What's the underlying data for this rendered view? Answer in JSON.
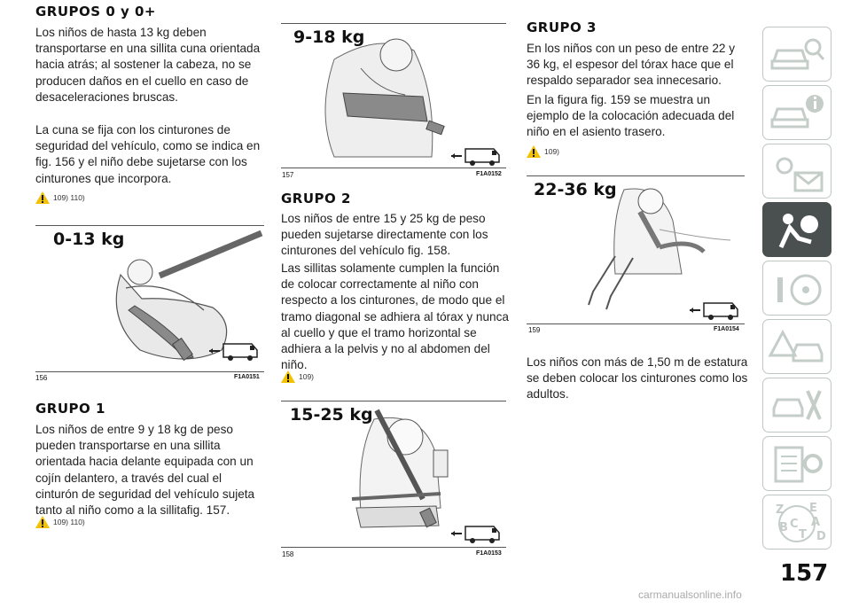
{
  "col1": {
    "heading": "GRUPOS 0 y 0+",
    "p1": "Los niños de hasta 13 kg deben transportarse en una sillita cuna orientada hacia atrás; al sostener la cabeza, no se producen daños en el cuello en caso de desaceleraciones bruscas.",
    "p2": "La cuna se fija con los cinturones de seguridad del vehículo, como se indica en fig. 156 y el niño debe sujetarse con los cinturones que incorpora.",
    "warn1": "109) 110)",
    "fig156": {
      "label": "0-13 kg",
      "num": "156",
      "code": "F1A0151"
    },
    "heading2": "GRUPO 1",
    "p3": "Los niños de entre 9 y 18 kg de peso pueden transportarse en una sillita orientada hacia delante equipada con un cojín delantero, a través del cual el cinturón de seguridad del vehículo sujeta tanto al niño como a la sillitafig. 157.",
    "warn2": "109) 110)"
  },
  "col2": {
    "fig157": {
      "label": "9-18 kg",
      "num": "157",
      "code": "F1A0152"
    },
    "heading": "GRUPO 2",
    "p1": "Los niños de entre 15 y 25 kg de peso pueden sujetarse directamente con los cinturones del vehículo fig. 158.",
    "p2": "Las sillitas solamente cumplen la función de colocar correctamente al niño con respecto a los cinturones, de modo que el tramo diagonal se adhiera al tórax y nunca al cuello y que el tramo horizontal se adhiera a la pelvis y no al abdomen del niño.",
    "warn": "109)",
    "fig158": {
      "label": "15-25 kg",
      "num": "158",
      "code": "F1A0153"
    }
  },
  "col3": {
    "heading": "GRUPO 3",
    "p1": "En los niños con un peso de entre 22 y 36 kg, el espesor del tórax hace que el respaldo separador sea innecesario.",
    "p2": "En la figura fig. 159 se muestra un ejemplo de la colocación adecuada del niño en el asiento trasero.",
    "warn": "109)",
    "fig159": {
      "label": "22-36 kg",
      "num": "159",
      "code": "F1A0154"
    },
    "p3": "Los niños con más de 1,50 m de estatura se deben colocar los cinturones como los adultos."
  },
  "sidebar": {
    "icons": [
      "car-search-icon",
      "car-info-icon",
      "warning-lights-icon",
      "airbag-seat-icon",
      "steering-wheel-icon",
      "breakdown-icon",
      "maintenance-icon",
      "specifications-icon",
      "index-icon"
    ],
    "active_index": 3,
    "index_letters": [
      "Z",
      "E",
      "A",
      "B",
      "C",
      "T",
      "D"
    ]
  },
  "page_number": "157",
  "footer": "carmanualsonline.info"
}
